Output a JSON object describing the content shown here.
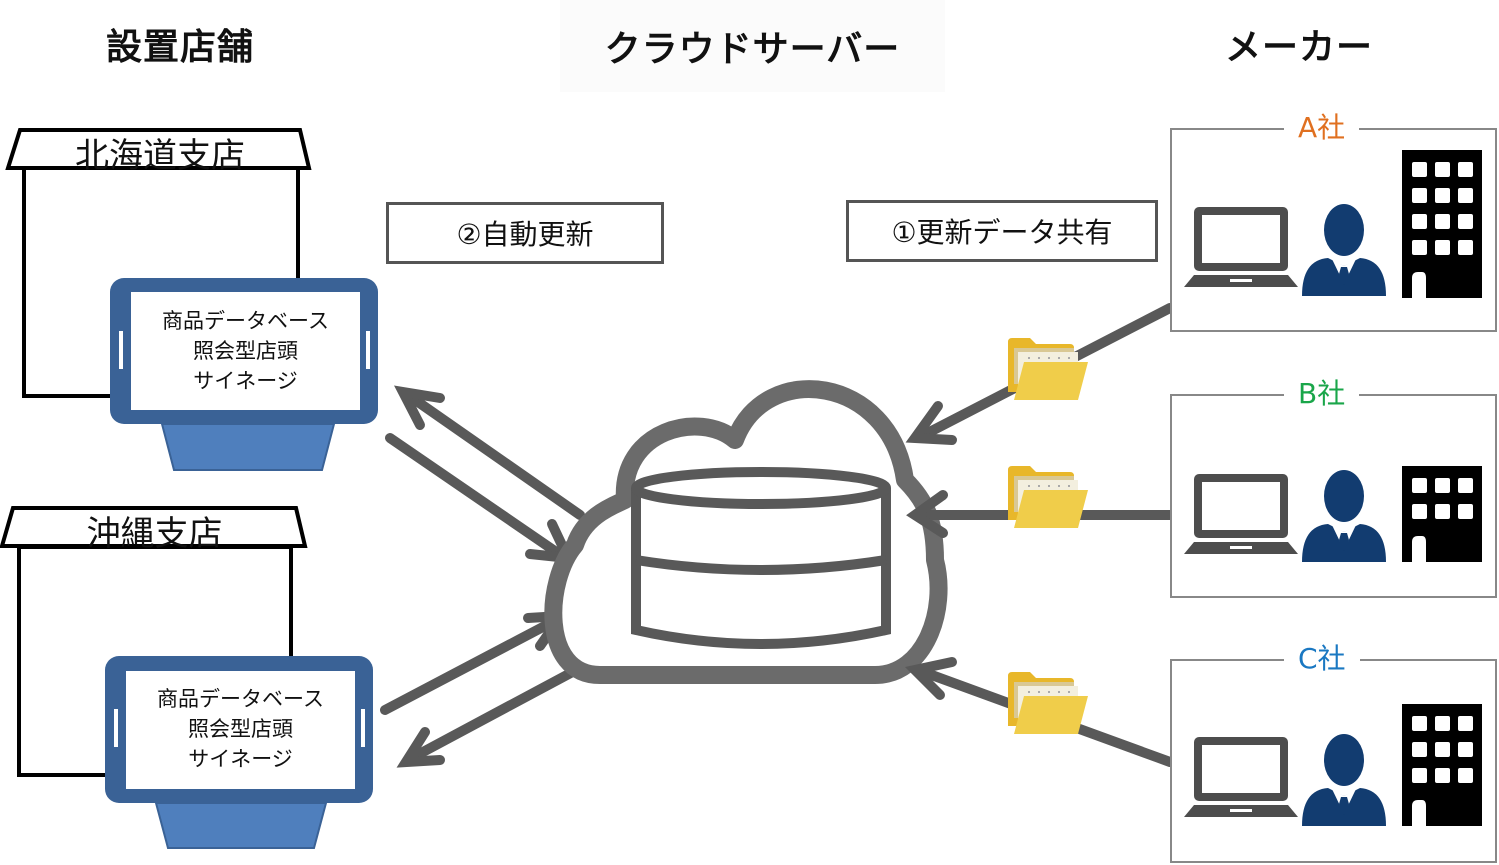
{
  "headings": {
    "stores": "設置店舗",
    "cloud": "クラウドサーバー",
    "makers": "メーカー"
  },
  "flow_labels": {
    "auto_update": "②自動更新",
    "data_share": "①更新データ共有"
  },
  "stores": [
    {
      "name": "北海道支店",
      "signage_lines": [
        "商品データベース",
        "照会型店頭",
        "サイネージ"
      ]
    },
    {
      "name": "沖縄支店",
      "signage_lines": [
        "商品データベース",
        "照会型店頭",
        "サイネージ"
      ]
    }
  ],
  "companies": [
    {
      "name": "A社",
      "color": "#e07020",
      "building_floors": 4
    },
    {
      "name": "B社",
      "color": "#1aa64a",
      "building_floors": 2
    },
    {
      "name": "C社",
      "color": "#1a78c2",
      "building_floors": 3
    }
  ],
  "colors": {
    "arrow": "#595959",
    "cloud": "#6b6b6b",
    "signage": "#3a6296",
    "signage_stand": "#4f7fbd",
    "person": "#123c70",
    "folder": "#f0cd4a"
  }
}
